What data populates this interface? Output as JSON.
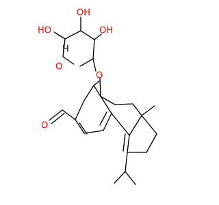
{
  "molecule": {
    "atom_labels": {
      "oh_top": "OH",
      "oh_right": "OH",
      "ho_left": "HO",
      "ring_oxygen": "O",
      "glycosidic_oxygen": "O",
      "aldehyde_oxygen": "O",
      "ring_h": "H"
    },
    "colors": {
      "bond": "#000000",
      "oxygen": "#ff0000",
      "background": "#ffffff"
    }
  }
}
